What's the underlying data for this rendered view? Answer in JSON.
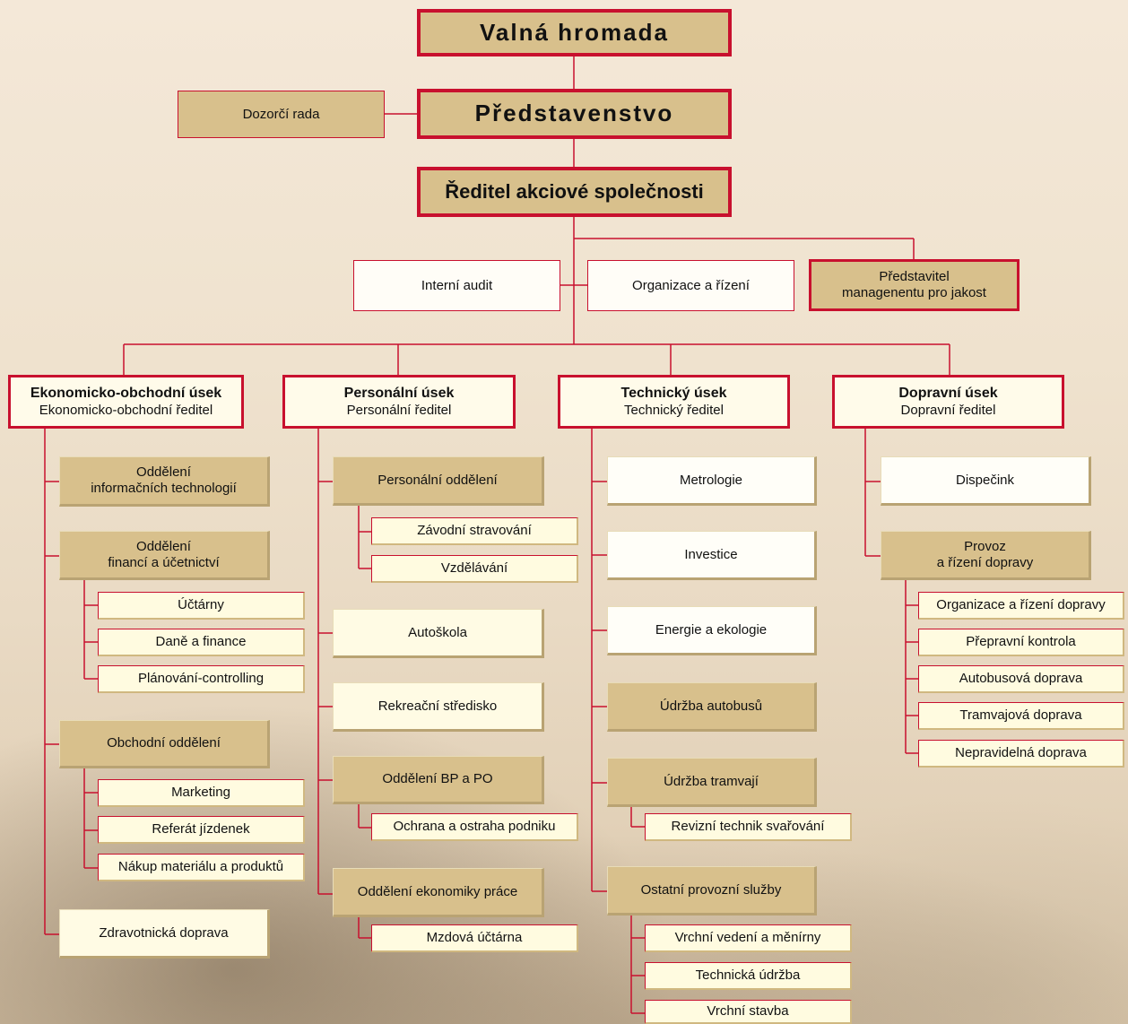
{
  "top": {
    "valna": "Valná hromada",
    "predstavenstvo": "Představenstvo",
    "dozorci": "Dozorčí rada",
    "reditel": "Ředitel akciové společnosti"
  },
  "staff": {
    "interni": "Interní audit",
    "organizace": "Organizace a řízení",
    "jakost_1": "Představitel",
    "jakost_2": "managenentu pro jakost"
  },
  "ekon": {
    "title": "Ekonomicko-obchodní úsek",
    "subtitle": "Ekonomicko-obchodní ředitel",
    "it_1": "Oddělení",
    "it_2": "informačních technologií",
    "fin_1": "Oddělení",
    "fin_2": "financí a účetnictví",
    "uctarny": "Účtárny",
    "dane": "Daně a finance",
    "planovani": "Plánování-controlling",
    "obchodni": "Obchodní oddělení",
    "marketing": "Marketing",
    "referat": "Referát jízdenek",
    "nakup": "Nákup materiálu a produktů",
    "zdravotnicka": "Zdravotnická doprava"
  },
  "pers": {
    "title": "Personální úsek",
    "subtitle": "Personální ředitel",
    "personalni": "Personální oddělení",
    "stravovani": "Závodní stravování",
    "vzdelavani": "Vzdělávání",
    "autoskola": "Autoškola",
    "rekreacni": "Rekreační středisko",
    "bppo": "Oddělení BP a PO",
    "ochrana": "Ochrana a ostraha podniku",
    "ekonomika": "Oddělení ekonomiky práce",
    "mzdova": "Mzdová účtárna"
  },
  "tech": {
    "title": "Technický úsek",
    "subtitle": "Technický ředitel",
    "metrologie": "Metrologie",
    "investice": "Investice",
    "energie": "Energie a ekologie",
    "autobusy": "Údržba autobusů",
    "tramvaje": "Údržba tramvají",
    "revizni": "Revizní technik svařování",
    "ostatni": "Ostatní provozní služby",
    "vrchni_vedeni": "Vrchní vedení a měnírny",
    "technicka": "Technická údržba",
    "vrchni_stavba": "Vrchní stavba"
  },
  "dopr": {
    "title": "Dopravní úsek",
    "subtitle": "Dopravní ředitel",
    "dispecink": "Dispečink",
    "provoz_1": "Provoz",
    "provoz_2": "a řízení dopravy",
    "organizace": "Organizace a řízení dopravy",
    "prepravni": "Přepravní kontrola",
    "autobusova": "Autobusová doprava",
    "tramvajova": "Tramvajová doprava",
    "nepravidelna": "Nepravidelná doprava"
  },
  "colors": {
    "line": "#c8102e",
    "tan": "#d8c08c",
    "cream": "#fffbe0"
  }
}
